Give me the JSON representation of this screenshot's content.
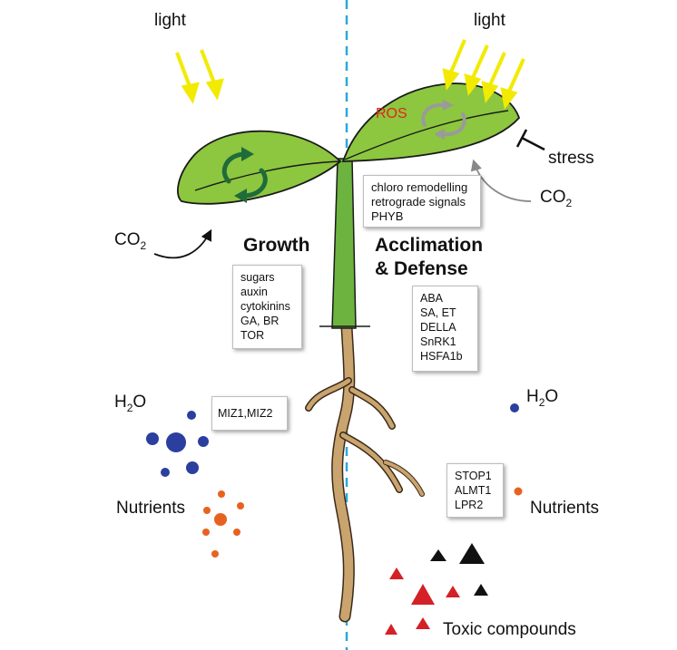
{
  "left": {
    "light": "light",
    "co2": {
      "base": "CO",
      "sub": "2"
    },
    "heading": "Growth",
    "growth_factors": [
      "sugars",
      "auxin",
      "cytokinins",
      "GA, BR",
      "TOR"
    ],
    "h2o": {
      "base": "H",
      "sub": "2",
      "tail": "O"
    },
    "miz": "MIZ1,MIZ2",
    "nutrients": "Nutrients"
  },
  "right": {
    "light": "light",
    "ros": "ROS",
    "stress": "stress",
    "co2": {
      "base": "CO",
      "sub": "2"
    },
    "chloro": [
      "chloro remodelling",
      "retrograde signals",
      "PHYB"
    ],
    "heading": [
      "Acclimation",
      "& Defense"
    ],
    "defense_factors": [
      "ABA",
      "SA, ET",
      "DELLA",
      "SnRK1",
      "HSFA1b"
    ],
    "h2o": {
      "base": "H",
      "sub": "2",
      "tail": "O"
    },
    "stop": [
      "STOP1",
      "ALMT1",
      "LPR2"
    ],
    "nutrients": "Nutrients",
    "toxic": "Toxic compounds"
  },
  "colors": {
    "leaf": "#8dc63f",
    "stem": "#6cb33f",
    "root": "#c9a46e",
    "light_arrow": "#f2ea00",
    "divider": "#29a8e0",
    "water": "#2b3f9e",
    "nutrient": "#e8621f",
    "toxic_red": "#d42027",
    "toxic_black": "#111111",
    "cycle_green": "#1f6b3a",
    "ros": "#e0261b"
  }
}
